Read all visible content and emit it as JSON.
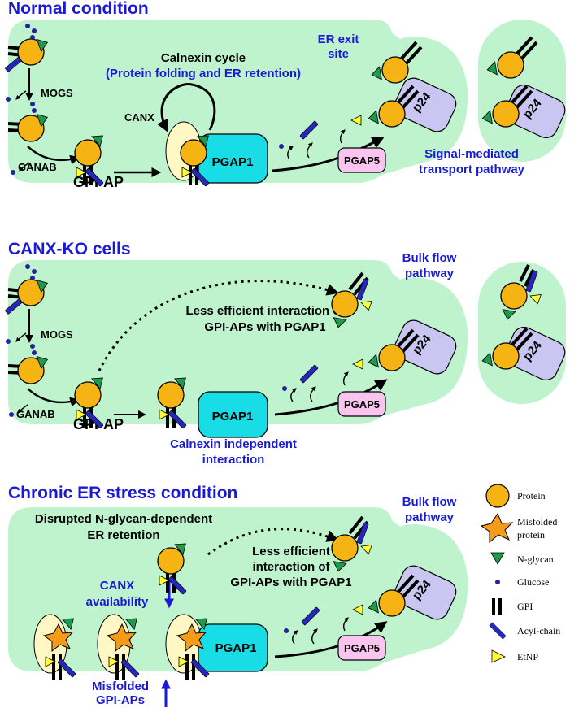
{
  "panels": {
    "normal": {
      "title": "Normal condition",
      "er_exit_site": [
        "ER exit",
        "site"
      ],
      "calnexin_cycle": "Calnexin cycle",
      "calnexin_cycle_sub": "(Protein folding and ER retention)",
      "mogs": "MOGS",
      "ganab": "GANAB",
      "canx": "CANX",
      "gpi_ap": "GPI-AP",
      "pgap1": "PGAP1",
      "pgap5": "PGAP5",
      "p24": "p24",
      "signal_mediated": [
        "Signal-mediated",
        "transport pathway"
      ]
    },
    "canx_ko": {
      "title": "CANX-KO cells",
      "bulk_flow": [
        "Bulk flow",
        "pathway"
      ],
      "less_efficient": [
        "Less efficient interaction of",
        "GPI-APs with PGAP1"
      ],
      "mogs": "MOGS",
      "ganab": "GANAB",
      "gpi_ap": "GPI-AP",
      "pgap1": "PGAP1",
      "pgap5": "PGAP5",
      "p24": "p24",
      "calnexin_independent": [
        "Calnexin independent",
        "interaction"
      ]
    },
    "chronic": {
      "title": "Chronic ER stress condition",
      "disrupted": [
        "Disrupted N-glycan-dependent",
        "ER retention"
      ],
      "bulk_flow": [
        "Bulk flow",
        "pathway"
      ],
      "less_efficient": [
        "Less efficient",
        "interaction of",
        "GPI-APs with PGAP1"
      ],
      "canx_availability": [
        "CANX",
        "availability"
      ],
      "misfolded": [
        "Misfolded",
        "GPI-APs"
      ],
      "pgap1": "PGAP1",
      "pgap5": "PGAP5",
      "p24": "p24"
    }
  },
  "legend": {
    "items": [
      {
        "icon": "protein-icon",
        "label": "Protein"
      },
      {
        "icon": "misfolded-protein-icon",
        "label": "Misfolded",
        "label2": "protein"
      },
      {
        "icon": "n-glycan-icon",
        "label": "N-glycan"
      },
      {
        "icon": "glucose-icon",
        "label": "Glucose"
      },
      {
        "icon": "gpi-icon",
        "label": "GPI"
      },
      {
        "icon": "acyl-chain-icon",
        "label": "Acyl-chain"
      },
      {
        "icon": "etnp-icon",
        "label": "EtNP"
      }
    ]
  },
  "colors": {
    "er_fill": "#bff3cd",
    "protein": "#f6b414",
    "n_glycan": "#1d9a4b",
    "glucose": "#23239c",
    "acyl_chain": "#2727b8",
    "etnp": "#ffff33",
    "pgap1": "#19dde6",
    "pgap5": "#f9c4ee",
    "p24": "#c9c7f2",
    "calnexin": "#fff7c4",
    "title_text": "#1a1ad6"
  }
}
